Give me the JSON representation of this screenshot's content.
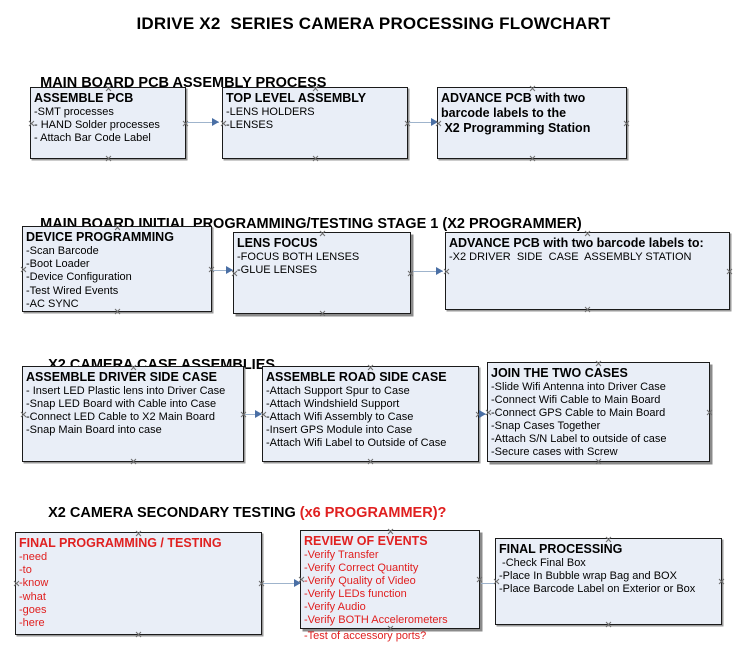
{
  "title": "IDRIVE X2  SERIES CAMERA PROCESSING FLOWCHART",
  "colors": {
    "box_fill": "#e9eef7",
    "box_border": "#1a1a1a",
    "accent_red": "#e02020",
    "connector": "#9fb4cc",
    "arrow": "#4a6fa5"
  },
  "sections": [
    {
      "heading": "MAIN BOARD PCB ASSEMBLY PROCESS",
      "heading_red": "",
      "boxes": [
        {
          "title": "ASSEMBLE PCB",
          "lines": [
            "-SMT processes",
            "- HAND Solder processes",
            "- Attach Bar Code Label"
          ],
          "red": false
        },
        {
          "title": "TOP LEVEL ASSEMBLY",
          "lines": [
            "-LENS HOLDERS",
            "-LENSES"
          ],
          "red": false
        },
        {
          "title": "ADVANCE PCB with two",
          "lines": [
            "barcode labels to the",
            " X2 Programming Station"
          ],
          "red": false
        }
      ]
    },
    {
      "heading": "MAIN BOARD INITIAL PROGRAMMING/TESTING STAGE 1 (X2 PROGRAMMER)",
      "heading_red": "",
      "boxes": [
        {
          "title": "DEVICE PROGRAMMING",
          "lines": [
            "-Scan Barcode",
            "-Boot Loader",
            "-Device Configuration",
            "-Test Wired Events",
            "-AC SYNC"
          ],
          "red": false
        },
        {
          "title": "LENS FOCUS",
          "lines": [
            "-FOCUS BOTH LENSES",
            "-GLUE LENSES"
          ],
          "red": false
        },
        {
          "title": "ADVANCE PCB with two barcode labels to:",
          "lines": [
            "-X2 DRIVER  SIDE  CASE  ASSEMBLY STATION"
          ],
          "red": false
        }
      ]
    },
    {
      "heading": "X2 CAMERA CASE ASSEMBLIES",
      "heading_red": "",
      "boxes": [
        {
          "title": "ASSEMBLE DRIVER SIDE CASE",
          "lines": [
            "- Insert LED Plastic lens into Driver Case",
            "-Snap LED Board with Cable into Case",
            "-Connect LED Cable to X2 Main Board",
            "-Snap Main Board into case"
          ],
          "red": false
        },
        {
          "title": "ASSEMBLE ROAD SIDE CASE",
          "lines": [
            "-Attach Support Spur to Case",
            "-Attach Windshield Support",
            "-Attach Wifi Assembly to Case",
            "-Insert GPS Module into Case",
            "-Attach Wifi Label to Outside of Case"
          ],
          "red": false
        },
        {
          "title": "JOIN THE TWO CASES",
          "lines": [
            "-Slide Wifi Antenna into Driver Case",
            "-Connect Wifi Cable to Main Board",
            "-Connect GPS Cable to Main Board",
            "-Snap Cases Together",
            "-Attach S/N Label to outside of case",
            "-Secure cases with Screw"
          ],
          "red": false
        }
      ]
    },
    {
      "heading": "X2 CAMERA SECONDARY TESTING ",
      "heading_red": "(x6 PROGRAMMER)?",
      "boxes": [
        {
          "title": "FINAL PROGRAMMING / TESTING",
          "lines": [
            "-need",
            "-to",
            "-know",
            "-what",
            "-goes",
            "-here"
          ],
          "red": true
        },
        {
          "title": "REVIEW OF EVENTS",
          "lines": [
            "-Verify Transfer",
            "-Verify Correct Quantity",
            "-Verify Quality of Video",
            "-Verify LEDs function",
            "-Verify Audio",
            "-Verify BOTH Accelerometers"
          ],
          "overflow_line": "-Test of accessory ports?",
          "red": true
        },
        {
          "title": "FINAL PROCESSING",
          "lines": [
            " -Check Final Box",
            "-Place In Bubble wrap Bag and BOX",
            "-Place Barcode Label on Exterior or Box"
          ],
          "red": false
        }
      ]
    }
  ]
}
